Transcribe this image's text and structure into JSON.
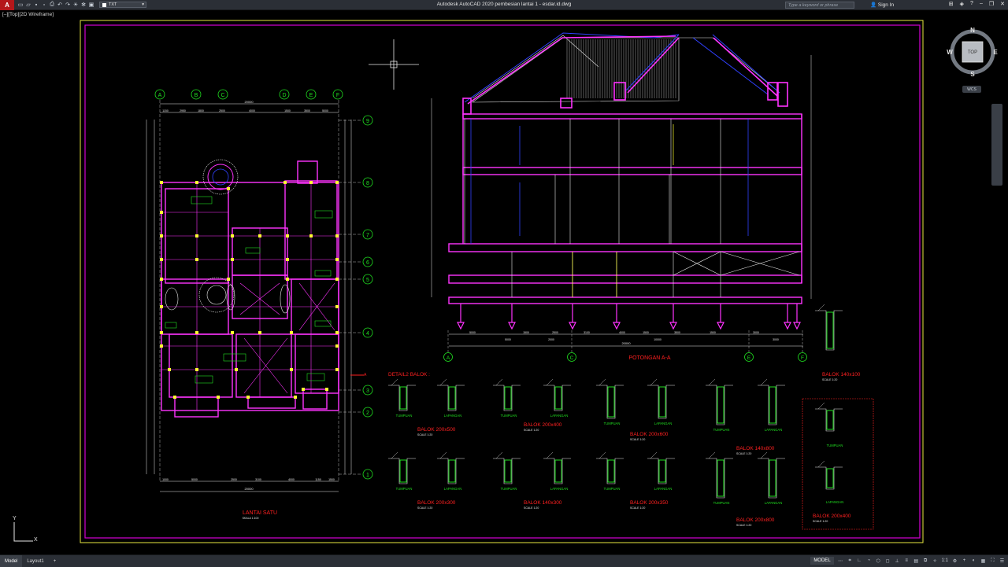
{
  "app": {
    "logo_letter": "A",
    "window_title": "Autodesk AutoCAD 2020   pembesian lantai 1 - esdar.id.dwg",
    "layer": "TXT",
    "search_placeholder": "Type a keyword or phrase",
    "sign_in": "Sign In",
    "view_label": "[–][Top][2D Wireframe]"
  },
  "viewcube": {
    "north": "N",
    "south": "S",
    "east": "E",
    "west": "W",
    "face": "TOP",
    "wcs": "WCS"
  },
  "ucs": {
    "y": "Y",
    "x": "X"
  },
  "status": {
    "tabs": [
      "Model",
      "Layout1"
    ],
    "add_tab": "+",
    "model_indicator": "MODEL",
    "scale": "1:1"
  },
  "drawing": {
    "plan_title": "LANTAI SATU",
    "plan_scale": "SKALA 1:100",
    "section_title": "POTONGAN  A-A",
    "detail_header": "DETAIL2 BALOK :",
    "col_grid": [
      "A",
      "B",
      "C",
      "D",
      "E",
      "F"
    ],
    "row_grid": [
      "9",
      "8",
      "7",
      "6",
      "5",
      "4",
      "3",
      "2",
      "1"
    ],
    "section_grid": [
      "A",
      "C",
      "E",
      "F"
    ],
    "dim_total": "20000",
    "dim_total_plan": "20000",
    "plan_dims_top": [
      "1150",
      "2950",
      "1800",
      "2500",
      "4000",
      "1500",
      "3500",
      "5000"
    ],
    "plan_dims_bottom": [
      "1000",
      "5000",
      "2500",
      "3100",
      "4000",
      "1150",
      "1500"
    ],
    "section_dims": [
      "5000",
      "1500",
      "2500",
      "3100",
      "4000",
      "1500",
      "3500",
      "1500",
      "3000"
    ],
    "section_dims_bottom": [
      "5000",
      "2000",
      "10000",
      "3000"
    ],
    "tumpuan": "TUMPUAN",
    "lapangan": "LAPANGAN",
    "scale_120": "SCALE 1:20",
    "beams": [
      {
        "name": "BALOK  200x500"
      },
      {
        "name": "BALOK  200x400"
      },
      {
        "name": "BALOK  200x600"
      },
      {
        "name": "BALOK  140x800"
      },
      {
        "name": "BALOK  200x300"
      },
      {
        "name": "BALOK  140x300"
      },
      {
        "name": "BALOK  200x350"
      },
      {
        "name": "BALOK  200x800"
      },
      {
        "name": "BALOK  140x100"
      },
      {
        "name": "BALOK  200x400"
      }
    ]
  },
  "colors": {
    "magenta": "#ff33ff",
    "red": "#ff2020",
    "green": "#20e020",
    "yellow": "#ffff30",
    "blue": "#3040ff",
    "white": "#e8e8e8",
    "frame": "#d400d4"
  }
}
